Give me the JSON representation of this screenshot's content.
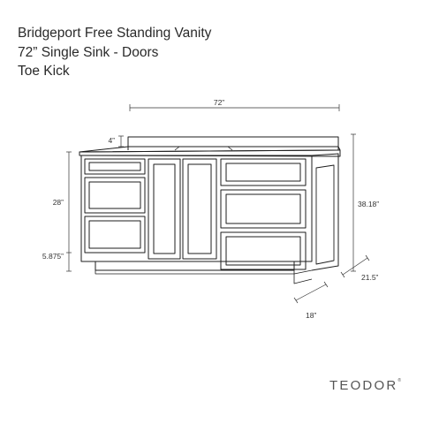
{
  "title": {
    "line1": "Bridgeport Free Standing Vanity",
    "line2": "72” Single Sink - Doors",
    "line3": "Toe Kick"
  },
  "dimensions": {
    "width": "72”",
    "backsplash": "4”",
    "drawer_height": "28”",
    "toe_kick": "5.875”",
    "total_height": "38.18”",
    "depth": "21.5”",
    "base_depth": "18”"
  },
  "brand": {
    "name": "TEODOR",
    "mark": "®"
  },
  "colors": {
    "line": "#1e1e1e",
    "dimension_line": "#333333",
    "text": "#2a2a2a",
    "brand": "#555555"
  }
}
